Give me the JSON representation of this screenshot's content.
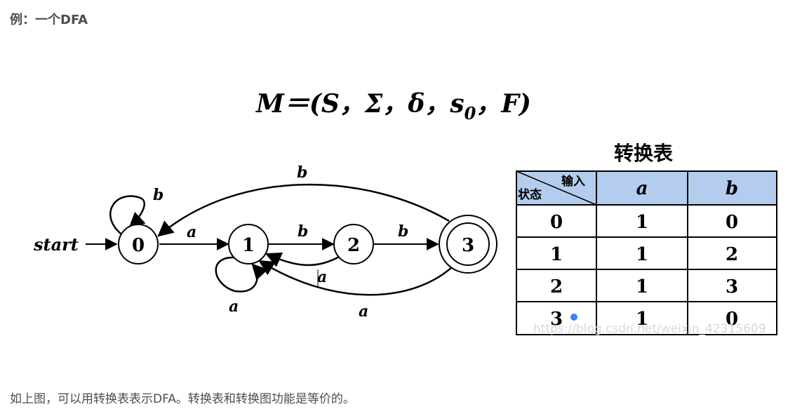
{
  "heading": "例：一个DFA",
  "formula": {
    "main": "M＝(S，Σ，δ，s",
    "subscript": "0",
    "tail": "，F)"
  },
  "diagram": {
    "start_label": "start",
    "states": [
      {
        "id": "0",
        "accepting": false
      },
      {
        "id": "1",
        "accepting": false
      },
      {
        "id": "2",
        "accepting": false
      },
      {
        "id": "3",
        "accepting": true
      }
    ],
    "transitions": [
      {
        "from": "0",
        "to": "0",
        "label": "b"
      },
      {
        "from": "0",
        "to": "1",
        "label": "a"
      },
      {
        "from": "1",
        "to": "1",
        "label": "a"
      },
      {
        "from": "1",
        "to": "2",
        "label": "b"
      },
      {
        "from": "2",
        "to": "1",
        "label": "a"
      },
      {
        "from": "2",
        "to": "3",
        "label": "b"
      },
      {
        "from": "3",
        "to": "1",
        "label": "a"
      },
      {
        "from": "3",
        "to": "0",
        "label": "b"
      }
    ]
  },
  "table": {
    "title": "转换表",
    "corner_input": "输入",
    "corner_state": "状态",
    "header_fill": "#b4cdee",
    "columns": [
      "a",
      "b"
    ],
    "rows": [
      {
        "state": "0",
        "a": "1",
        "b": "0"
      },
      {
        "state": "1",
        "a": "1",
        "b": "2"
      },
      {
        "state": "2",
        "a": "1",
        "b": "3"
      },
      {
        "state": "3",
        "a": "1",
        "b": "0"
      }
    ]
  },
  "watermark": "https://blog.csdn.net/weixin_42315609",
  "caption": "如上图，可以用转换表表示DFA。转换表和转换图功能是等价的。"
}
